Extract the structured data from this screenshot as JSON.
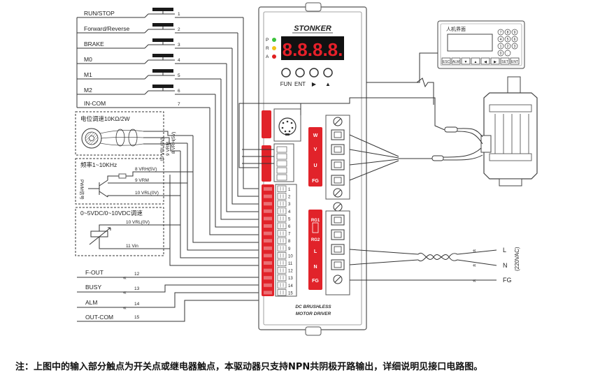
{
  "switch_inputs": [
    {
      "label": "RUN/STOP",
      "num": "1"
    },
    {
      "label": "Forward/Reverse",
      "num": "2"
    },
    {
      "label": "BRAKE",
      "num": "3"
    },
    {
      "label": "M0",
      "num": "4"
    },
    {
      "label": "M1",
      "num": "5"
    },
    {
      "label": "M2",
      "num": "6"
    }
  ],
  "common_input": {
    "label": "IN-COM",
    "num": "7"
  },
  "potentiometer": {
    "title": "电位调速10KΩ/2W",
    "lead_labels": [
      "8 VRH(5V)",
      "9 VRM",
      "10 VRL(0V)"
    ]
  },
  "frequency": {
    "title": "频率1~10KHz",
    "side_label": "PWM信号",
    "wire_labels": [
      "8 VRH(5V)",
      "9 VRM",
      "10 VRL(0V)"
    ]
  },
  "voltage_input": {
    "title": "0~5VDC/0~10VDC调速",
    "wire_labels": [
      "10 VRL(0V)",
      "11 Vin"
    ]
  },
  "outputs": [
    {
      "label": "F-OUT",
      "num": "12"
    },
    {
      "label": "BUSY",
      "num": "13"
    },
    {
      "label": "ALM",
      "num": "14"
    },
    {
      "label": "OUT-COM",
      "num": "15"
    }
  ],
  "driver": {
    "brand": "STONKER",
    "leds": [
      {
        "label": "P",
        "color": "#3cc23c"
      },
      {
        "label": "R",
        "color": "#f2c318"
      },
      {
        "label": "A",
        "color": "#e02020"
      }
    ],
    "display_digits": "8.8.8.8.",
    "key_labels": [
      "FUN",
      "ENT",
      "▶",
      "▲"
    ],
    "product_line1": "DC BRUSHLESS",
    "product_line2": "MOTOR DRIVER",
    "terminal_numbers": [
      "1",
      "2",
      "3",
      "4",
      "5",
      "6",
      "7",
      "8",
      "9",
      "10",
      "11",
      "12",
      "13",
      "14",
      "15"
    ],
    "motor_terminals": [
      "W",
      "V",
      "U",
      "FG"
    ],
    "power_terminals": [
      "RG1",
      "RG2",
      "L",
      "N",
      "FG"
    ],
    "accent_color": "#e1232a",
    "display_color": "#e8202a"
  },
  "hmi": {
    "title": "人机界面",
    "keys": [
      "ESC",
      "ALM",
      "▼",
      "▲",
      "◀",
      "▶",
      "SET",
      "ENT"
    ],
    "keypad": [
      "7",
      "8",
      "9",
      "4",
      "5",
      "6",
      "1",
      "2",
      "3",
      "0",
      "."
    ]
  },
  "mains": {
    "lines": [
      "L",
      "N",
      "FG"
    ],
    "voltage": "(220VAC)"
  },
  "note": "注：上图中的输入部分触点为开关点或继电器触点，本驱动器只支持NPN共阴极开路输出，详细说明见接口电路图。"
}
